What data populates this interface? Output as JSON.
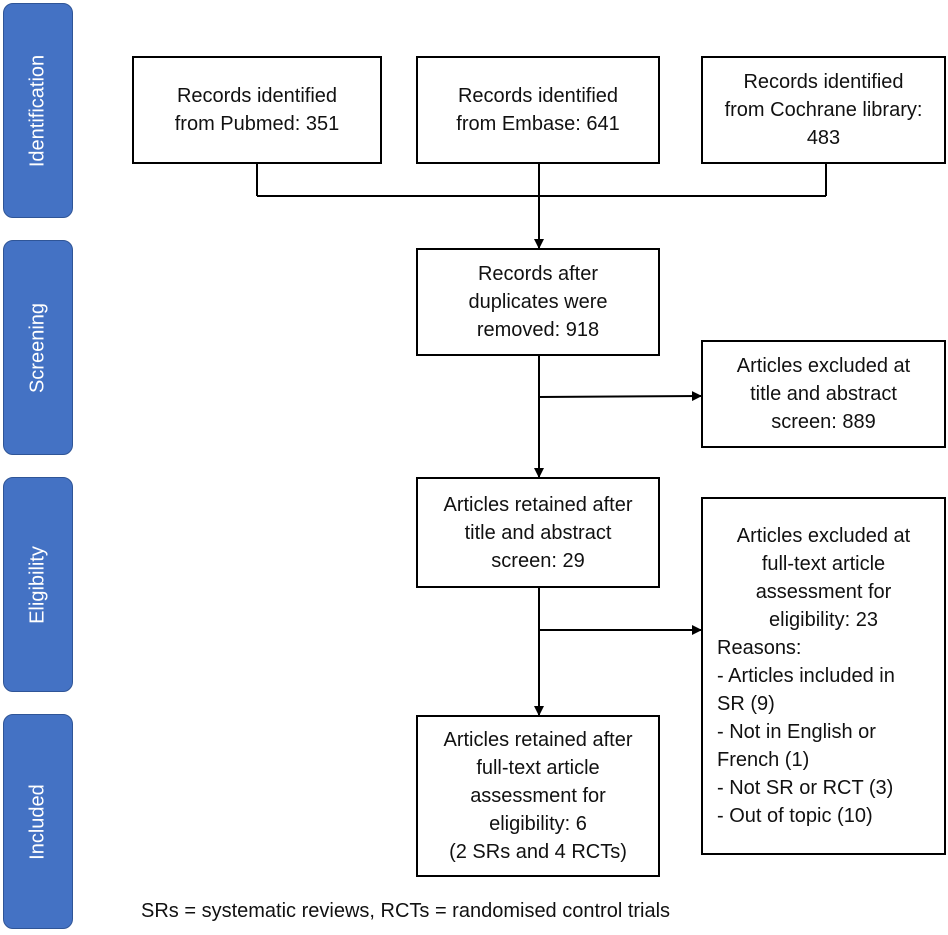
{
  "phases": {
    "identification": "Identification",
    "screening": "Screening",
    "eligibility": "Eligibility",
    "included": "Included"
  },
  "boxes": {
    "pubmed": [
      "Records identified",
      "from Pubmed: 351"
    ],
    "embase": [
      "Records identified",
      "from Embase: 641"
    ],
    "cochrane": [
      "Records identified",
      "from Cochrane library:",
      "483"
    ],
    "after_duplicates": [
      "Records after",
      "duplicates were",
      "removed: 918"
    ],
    "excluded_title_abstract": [
      "Articles excluded at",
      "title and abstract",
      "screen: 889"
    ],
    "retained_title_abstract": [
      "Articles retained after",
      "title and abstract",
      "screen: 29"
    ],
    "excluded_full_text": {
      "heading": [
        "Articles excluded at",
        "full-text article",
        "assessment for",
        "eligibility: 23"
      ],
      "reasons_label": "Reasons:",
      "reasons": [
        "- Articles included in",
        "SR (9)",
        "- Not in English or",
        "French (1)",
        "- Not SR or RCT (3)",
        "- Out of topic (10)"
      ]
    },
    "retained_full_text": [
      "Articles retained after",
      "full-text article",
      "assessment for",
      "eligibility: 6",
      "(2 SRs and 4 RCTs)"
    ]
  },
  "footnote": "SRs = systematic reviews, RCTs = randomised control trials",
  "colors": {
    "phase_fill": "#4472c4",
    "phase_border": "#2f5597",
    "box_border": "#000000",
    "phase_text": "#ffffff"
  }
}
